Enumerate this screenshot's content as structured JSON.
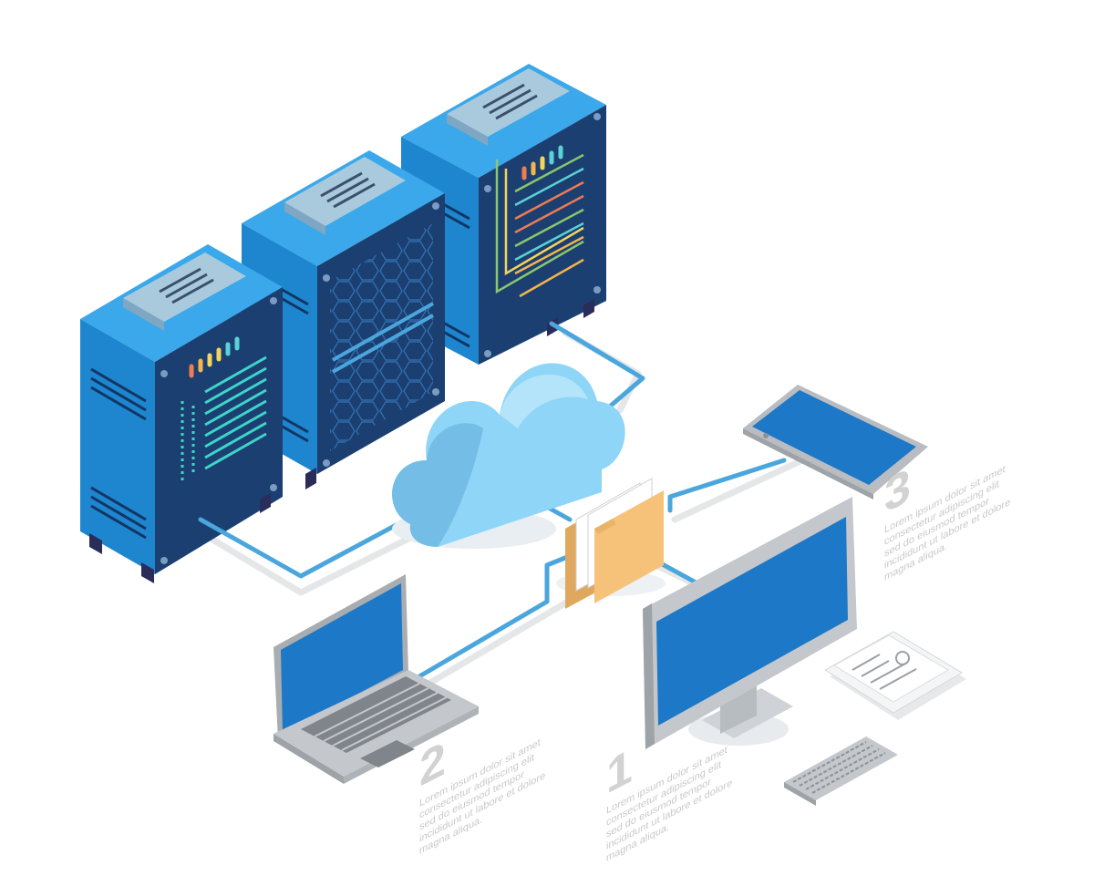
{
  "callouts": [
    {
      "number": "1",
      "lines": [
        "Lorem ipsum dolor sit amet",
        "consectetur adipiscing elit",
        "sed do eiusmod tempor",
        "incididunt ut labore et dolore",
        "magna aliqua."
      ]
    },
    {
      "number": "2",
      "lines": [
        "Lorem ipsum dolor sit amet",
        "consectetur adipiscing elit",
        "sed do eiusmod tempor",
        "incididunt ut labore et dolore",
        "magna aliqua."
      ]
    },
    {
      "number": "3",
      "lines": [
        "Lorem ipsum dolor sit amet",
        "consectetur adipiscing elit",
        "sed do eiusmod tempor",
        "incididunt ut labore et dolore",
        "magna aliqua."
      ]
    }
  ],
  "icons": [
    "server-icon",
    "cloud-icon",
    "folder-icon",
    "laptop-icon",
    "monitor-icon",
    "tablet-icon",
    "keyboard-icon",
    "document-icon"
  ],
  "colors": {
    "server_front": "#1c3f72",
    "server_side": "#1d86cf",
    "server_top": "#2fa3e6",
    "cable": "#4aa6dc",
    "cloud": "#8dd4f6",
    "folder": "#f4c07a",
    "screen": "#1d78c8",
    "device_gray": "#c4c8cc"
  }
}
